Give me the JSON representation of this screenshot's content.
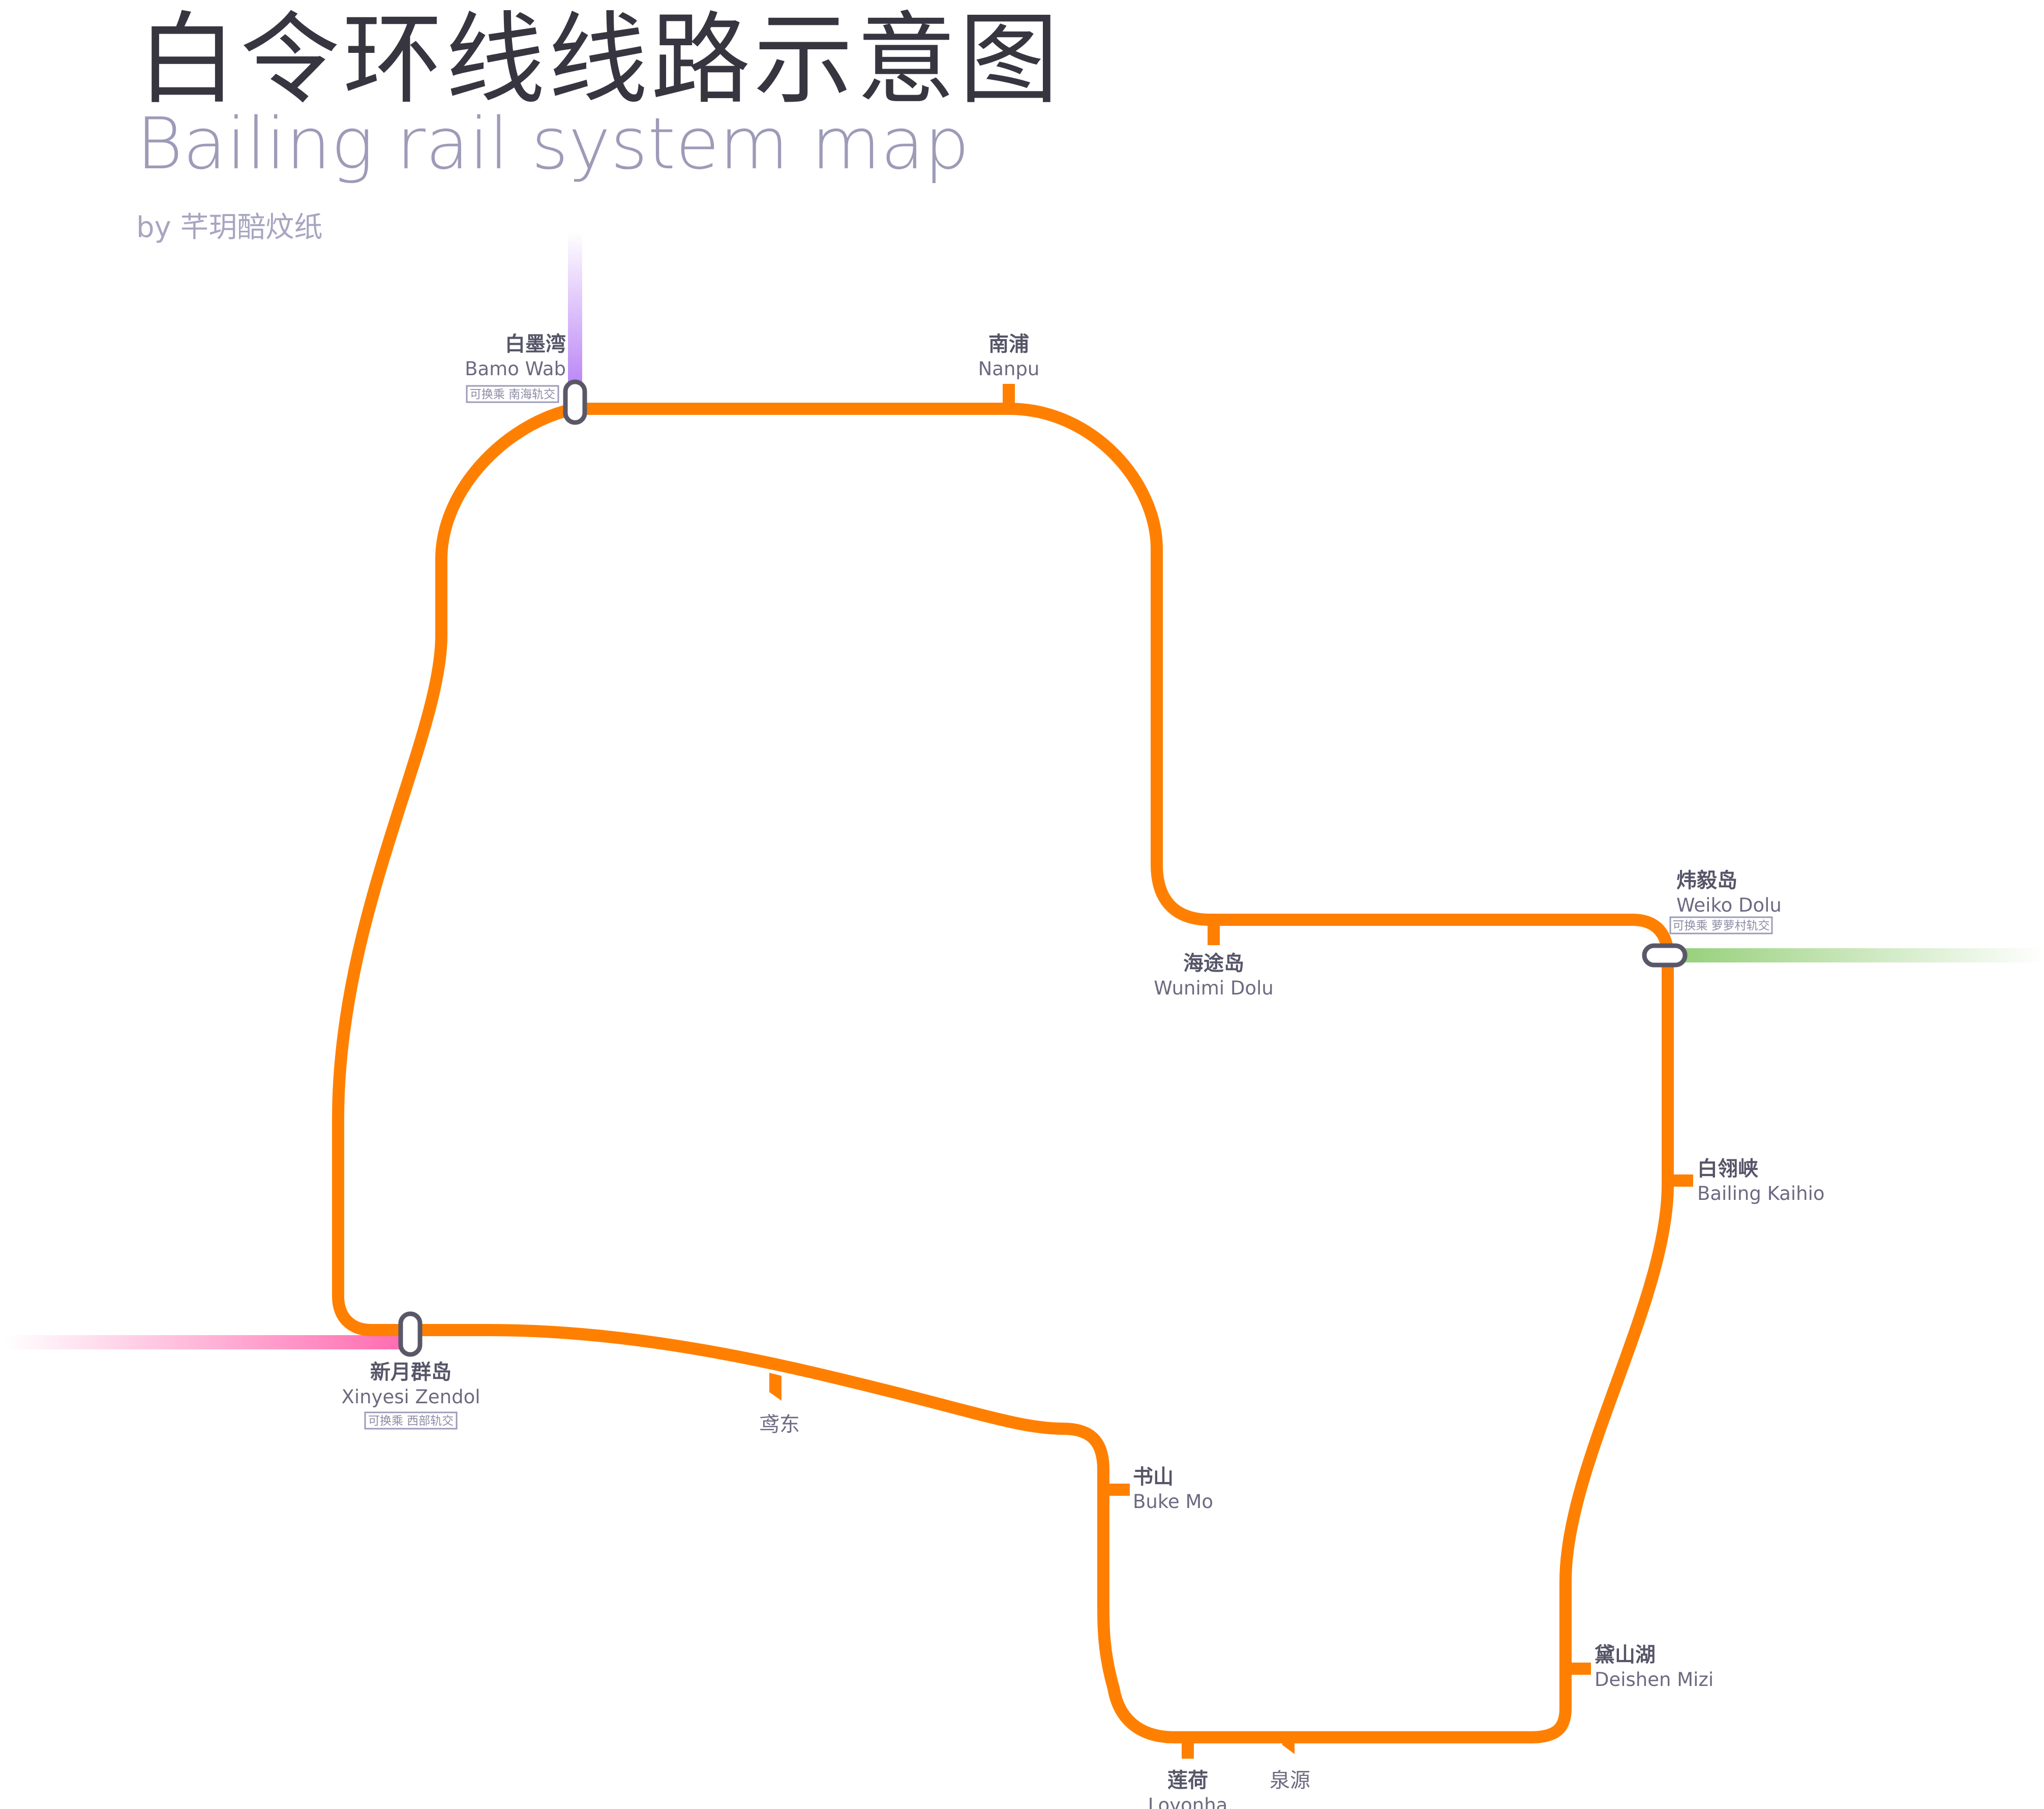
{
  "header": {
    "title_zh": "白令环线线路示意图",
    "title_en": "Bailing rail system map",
    "author": "by 芊玥醅炆纸"
  },
  "colors": {
    "ring_line": "#ff8000",
    "interchange_outline": "#5a5868",
    "nanhai_line": "#b57cf5",
    "xibu_line": "#ff6ab0",
    "luoluocun_line": "#96d07a",
    "label_primary": "#565568",
    "label_secondary": "#6c6a80"
  },
  "stations": [
    {
      "zh": "白墨湾",
      "en": "Bamo Wab",
      "interchange": true,
      "transfer": "可换乘 南海轨交"
    },
    {
      "zh": "南浦",
      "en": "Nanpu",
      "interchange": false
    },
    {
      "zh": "海途岛",
      "en": "Wunimi Dolu",
      "interchange": false
    },
    {
      "zh": "炜毅岛",
      "en": "Weiko Dolu",
      "interchange": true,
      "transfer": "可换乘 萝萝村轨交"
    },
    {
      "zh": "白翎峡",
      "en": "Bailing Kaihio",
      "interchange": false
    },
    {
      "zh": "黛山湖",
      "en": "Deishen Mizi",
      "interchange": false
    },
    {
      "zh": "泉源",
      "en": "",
      "interchange": false,
      "minor": true
    },
    {
      "zh": "莲荷",
      "en": "Loyonha",
      "interchange": false
    },
    {
      "zh": "书山",
      "en": "Buke Mo",
      "interchange": false
    },
    {
      "zh": "鸢东",
      "en": "",
      "interchange": false,
      "minor": true
    },
    {
      "zh": "新月群岛",
      "en": "Xinyesi Zendol",
      "interchange": true,
      "transfer": "可换乘 西部轨交"
    }
  ]
}
